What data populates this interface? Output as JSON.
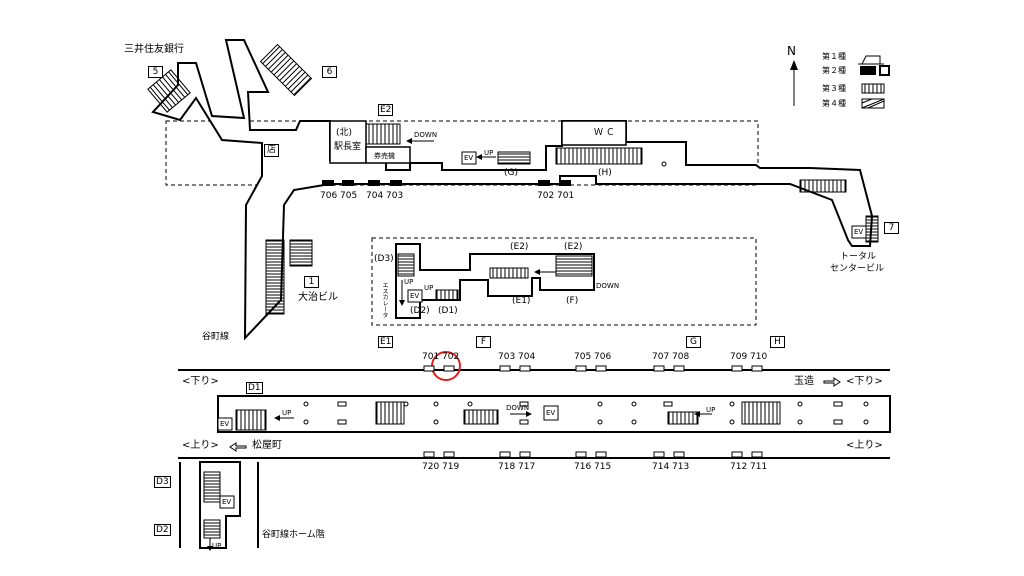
{
  "north": "N",
  "legend": {
    "items": [
      "第１種",
      "第２種",
      "第３種",
      "第４種"
    ]
  },
  "exits": {
    "e5": "5",
    "e6": "6",
    "e7": "7",
    "e1": "1",
    "E2": "E2",
    "E1": "E1",
    "F": "F",
    "G": "G",
    "H": "H",
    "D1": "D1",
    "D2": "D2",
    "D3": "D3"
  },
  "places": {
    "mitsui": "三井住友銀行",
    "shop": "店",
    "stationmaster_1": "(北)",
    "stationmaster_2": "駅長室",
    "ticket": "券売機",
    "wc": "Ｗ Ｃ",
    "total_1": "トータル",
    "total_2": "センタービル",
    "daiji": "大治ビル",
    "tanimachi": "谷町線",
    "tanimachi_home": "谷町線ホーム階",
    "escalator": "エスカレータ"
  },
  "labels": {
    "up": "UP",
    "down": "DOWN",
    "ev": "EV",
    "g": "(G)",
    "h": "(H)",
    "e2": "(E2)",
    "e1": "(E1)",
    "f": "(F)",
    "d3": "(D3)",
    "d2": "(D2)",
    "d1": "(D1)"
  },
  "directions": {
    "down_left": "<下り>",
    "down_right": "<下り>",
    "up_left": "<上り>",
    "up_right": "<上り>",
    "tamatsukuri": "玉造",
    "matsuyamachi": "松屋町"
  },
  "concourse_doors": [
    "706",
    "705",
    "704",
    "703",
    "702",
    "701"
  ],
  "platform_top_doors": [
    "701",
    "702",
    "703",
    "704",
    "705",
    "706",
    "707",
    "708",
    "709",
    "710"
  ],
  "platform_bottom_doors": [
    "720",
    "719",
    "718",
    "717",
    "716",
    "715",
    "714",
    "713",
    "712",
    "711"
  ],
  "highlight": {
    "door": "702",
    "color": "#e02020"
  }
}
